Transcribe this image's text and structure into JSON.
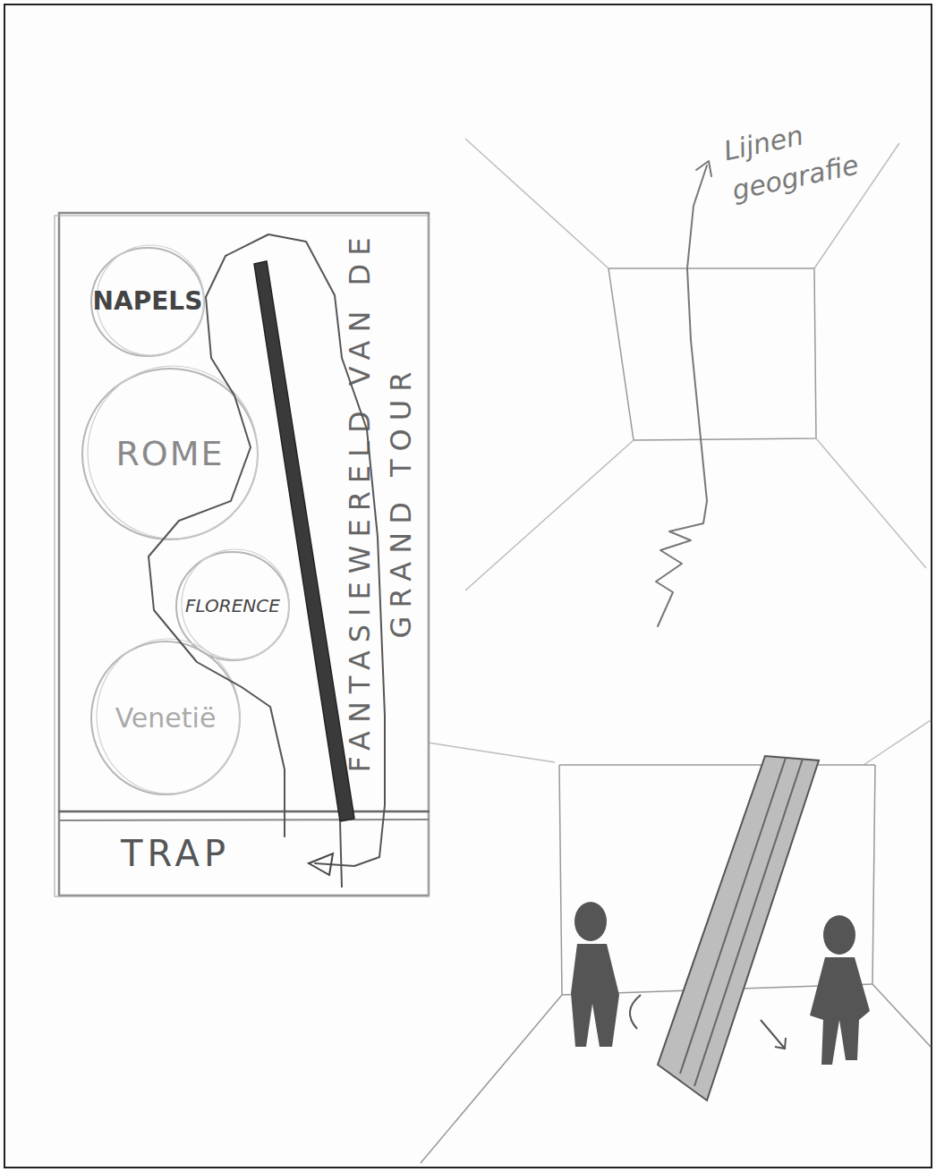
{
  "diagram": {
    "nodes": [
      {
        "text": [
          "FANTASIEWERELD VAN DE GRAND TOUR"
        ]
      },
      {
        "text": [
          "NAPELS"
        ],
        "in": 0
      },
      {
        "text": [
          "ROME"
        ],
        "in": 0
      },
      {
        "text": [
          "FLORENCE"
        ],
        "in": 0
      },
      {
        "text": [
          "Venetië"
        ],
        "in": 0
      },
      {
        "text": [
          "TRAP"
        ],
        "in": 0
      }
    ],
    "labels": [
      "Lijnen geografie"
    ]
  }
}
